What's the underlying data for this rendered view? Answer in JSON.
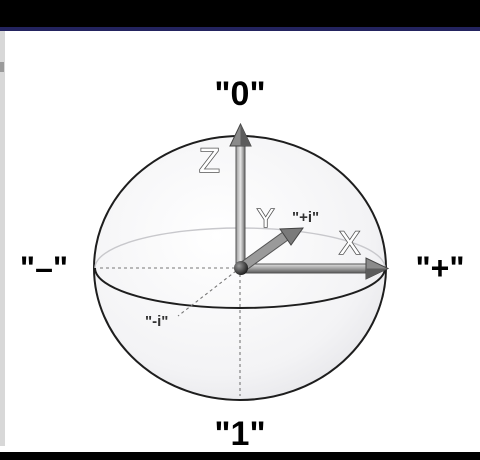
{
  "diagram": {
    "states": {
      "top": "\"0\"",
      "bottom": "\"1\"",
      "left": "\"–\"",
      "right": "\"+\"",
      "plus_i": "\"+i\"",
      "minus_i": "\"-i\""
    },
    "axes": {
      "z": "Z",
      "y": "Y",
      "x": "X"
    },
    "colors": {
      "frame": "#000000",
      "frame_accent": "#23235e",
      "sphere_outline": "#1e1e1e",
      "sphere_fill": "#f4f4f6",
      "arrow_dark": "#555555",
      "arrow_light": "#b4b4b4"
    }
  }
}
